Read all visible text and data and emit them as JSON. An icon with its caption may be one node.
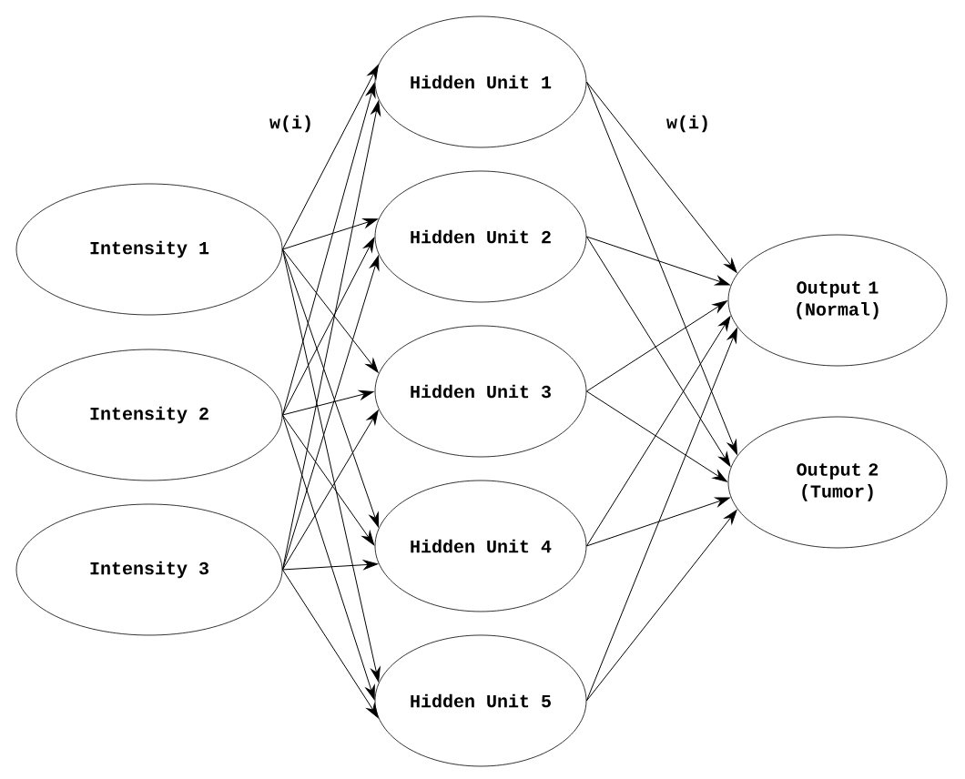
{
  "diagram": {
    "nodes": [
      {
        "text": [
          "Intensity 1"
        ]
      },
      {
        "text": [
          "Intensity 2"
        ]
      },
      {
        "text": [
          "Intensity 3"
        ]
      },
      {
        "text": [
          "Hidden Unit 1"
        ]
      },
      {
        "text": [
          "Hidden Unit 2"
        ]
      },
      {
        "text": [
          "Hidden Unit 3"
        ]
      },
      {
        "text": [
          "Hidden Unit 4"
        ]
      },
      {
        "text": [
          "Hidden Unit 5"
        ]
      },
      {
        "text": [
          "Output 1 (Normal)"
        ]
      },
      {
        "text": [
          "Output 2 (Tumor)"
        ]
      }
    ],
    "edges": [
      {
        "from": 0,
        "to": 3,
        "arrow": "to"
      },
      {
        "from": 0,
        "to": 4,
        "arrow": "to"
      },
      {
        "from": 0,
        "to": 5,
        "arrow": "to"
      },
      {
        "from": 0,
        "to": 6,
        "arrow": "to"
      },
      {
        "from": 0,
        "to": 7,
        "arrow": "to"
      },
      {
        "from": 1,
        "to": 3,
        "arrow": "to"
      },
      {
        "from": 1,
        "to": 4,
        "arrow": "to"
      },
      {
        "from": 1,
        "to": 5,
        "arrow": "to"
      },
      {
        "from": 1,
        "to": 6,
        "arrow": "to"
      },
      {
        "from": 1,
        "to": 7,
        "arrow": "to"
      },
      {
        "from": 2,
        "to": 3,
        "arrow": "to"
      },
      {
        "from": 2,
        "to": 4,
        "arrow": "to"
      },
      {
        "from": 2,
        "to": 5,
        "arrow": "to"
      },
      {
        "from": 2,
        "to": 6,
        "arrow": "to"
      },
      {
        "from": 2,
        "to": 7,
        "arrow": "to"
      },
      {
        "from": 3,
        "to": 8,
        "arrow": "to"
      },
      {
        "from": 3,
        "to": 9,
        "arrow": "to"
      },
      {
        "from": 4,
        "to": 8,
        "arrow": "to"
      },
      {
        "from": 4,
        "to": 9,
        "arrow": "to"
      },
      {
        "from": 5,
        "to": 8,
        "arrow": "to"
      },
      {
        "from": 5,
        "to": 9,
        "arrow": "to"
      },
      {
        "from": 6,
        "to": 8,
        "arrow": "to"
      },
      {
        "from": 6,
        "to": 9,
        "arrow": "to"
      },
      {
        "from": 7,
        "to": 8,
        "arrow": "to"
      },
      {
        "from": 7,
        "to": 9,
        "arrow": "to"
      }
    ],
    "labels": [
      "w(i)",
      "w(i)"
    ]
  }
}
